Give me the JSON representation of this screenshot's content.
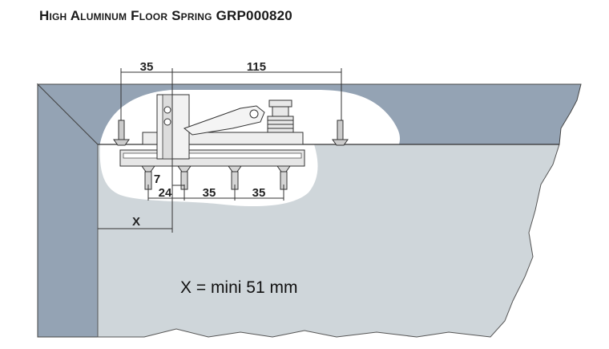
{
  "title": "High Aluminum Floor Spring GRP000820",
  "dimensions": {
    "top_left": "35",
    "top_right": "115",
    "small_offset": "7",
    "offset_24": "24",
    "spacing_1": "35",
    "spacing_2": "35",
    "x_label": "X"
  },
  "note": "X = mini 51 mm",
  "colors": {
    "frame_blue": "#94a3b4",
    "floor_grey": "#cfd6da",
    "cutout_white": "#ffffff",
    "line": "#333333"
  }
}
